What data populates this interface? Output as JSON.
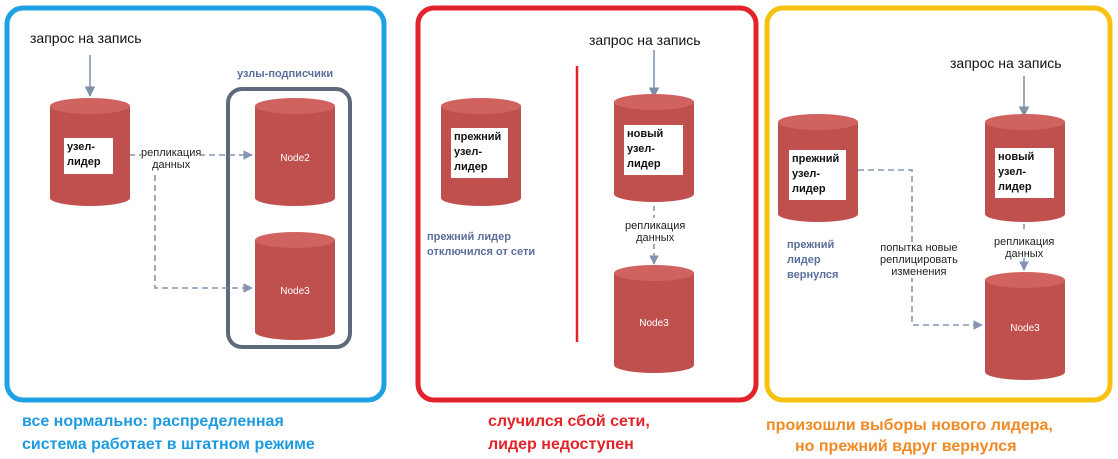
{
  "panels": [
    {
      "frame_color": "#1ea1e2",
      "write_request": "запрос на запись",
      "leader_label": "узел-\nлидер",
      "subscribers_label": "узлы-подписчики",
      "replication_label": "репликация\nданных",
      "nodes": [
        "Node2",
        "Node3"
      ],
      "caption_color": "#1e9be0",
      "caption": [
        "все нормально: распределенная",
        "система работает в штатном режиме"
      ]
    },
    {
      "frame_color": "#e3232a",
      "write_request": "запрос на запись",
      "old_leader_label": "прежний\nузел-\nлидер",
      "old_leader_note": "прежний лидер\nотключился от сети",
      "new_leader_label": "новый\nузел-\nлидер",
      "replication_label": "репликация\nданных",
      "nodes": [
        "Node3"
      ],
      "caption_color": "#e3232a",
      "caption": [
        "случился сбой сети,",
        "лидер недоступен"
      ]
    },
    {
      "frame_color": "#f6c20f",
      "write_request": "запрос на запись",
      "old_leader_label": "прежний\nузел-\nлидер",
      "old_leader_note": "прежний\nлидер\nвернулся",
      "attempt_label": "попытка новые\nреплицировать\nизменения",
      "new_leader_label": "новый\nузел-\nлидер",
      "replication_label": "репликация\nданных",
      "nodes": [
        "Node3"
      ],
      "caption_color": "#f08a24",
      "caption": [
        "произошли выборы нового лидера,",
        "но прежний вдруг вернулся"
      ]
    }
  ],
  "colors": {
    "cylinder": "#c0504d",
    "cylinder_top": "#d0625f",
    "dashed": "#8395b2",
    "subscriber_frame": "#5e6a7c"
  }
}
